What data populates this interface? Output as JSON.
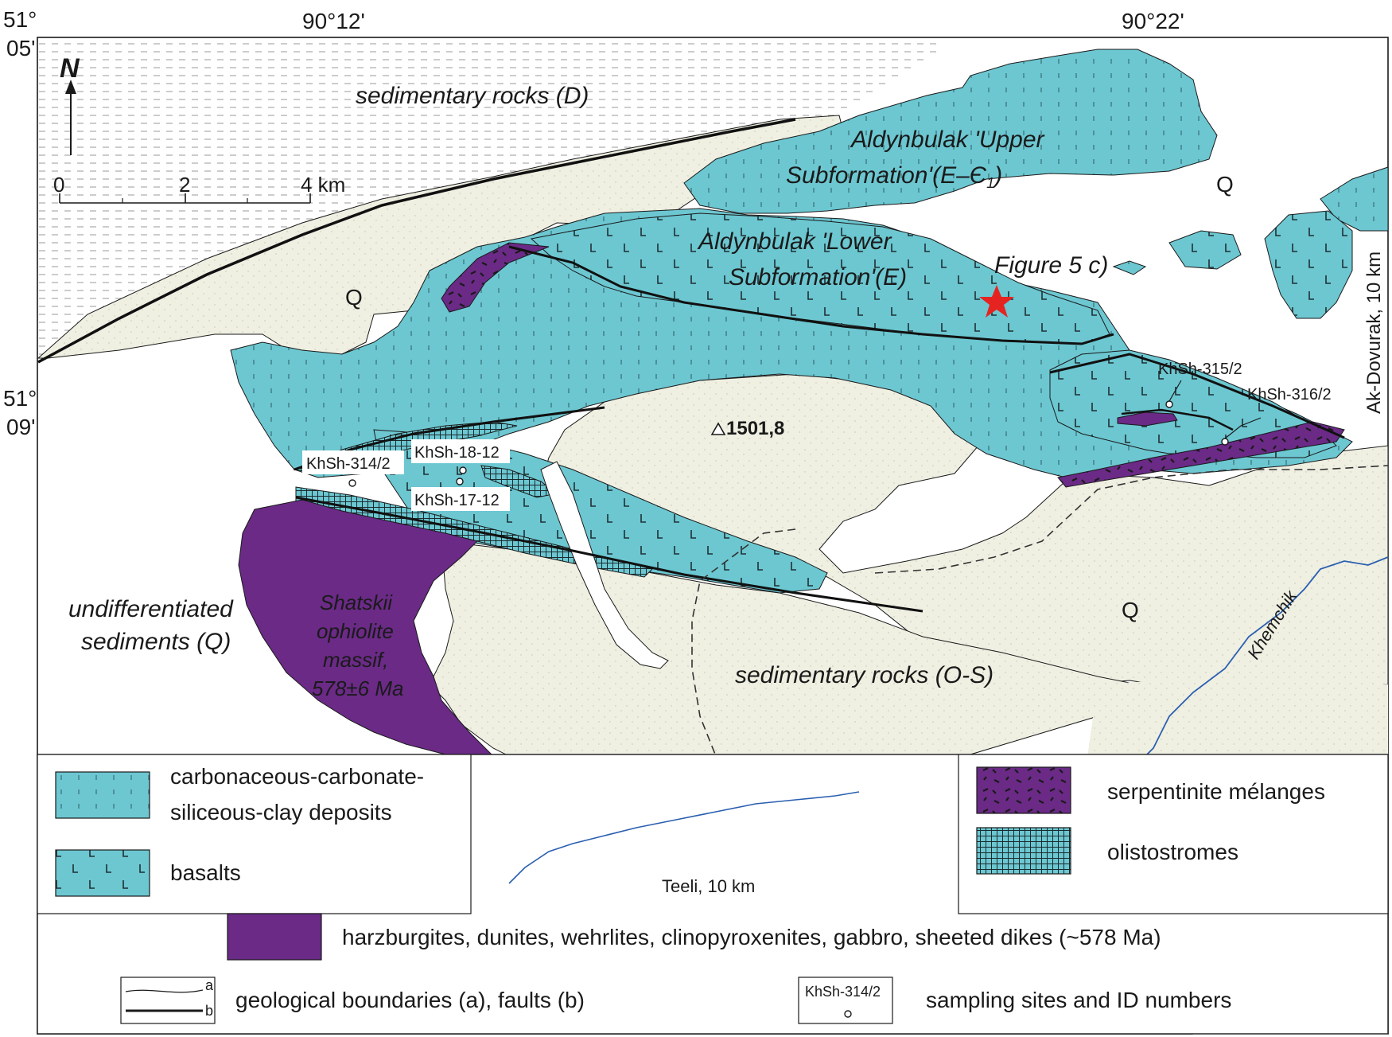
{
  "coords": {
    "lat_top_deg": "51°",
    "lat_top_min": "05'",
    "lat_mid_deg": "51°",
    "lat_mid_min": "09'",
    "lon_left": "90°12'",
    "lon_right": "90°22'"
  },
  "north": {
    "symbol": "N"
  },
  "scale": {
    "t0": "0",
    "t2": "2",
    "t4": "4 km"
  },
  "map_labels": {
    "sed_d": "sedimentary rocks (D)",
    "upper_1": "Aldynbulak 'Upper",
    "upper_2": "Subformation'(E–Є",
    "upper_sub": "1",
    "upper_close": ")",
    "lower_1": "Aldynbulak 'Lower",
    "lower_2": "Subformation'(E)",
    "figure": "Figure 5 c)",
    "q1": "Q",
    "q2": "Q",
    "q3": "Q",
    "elevation": "1501,8",
    "undiff_1": "undifferentiated",
    "undiff_2": "sediments (Q)",
    "ophio_1": "Shatskii",
    "ophio_2": "ophiolite",
    "ophio_3": "massif,",
    "ophio_4": "578±6 Ma",
    "sed_os": "sedimentary rocks (O-S)",
    "akdovurak": "Ak-Dovurak, 10 km",
    "khemchik": "Khemchik",
    "teeli": "Teeli, 10 km"
  },
  "samples": [
    "KhSh-314/2",
    "KhSh-18-12",
    "KhSh-17-12",
    "KhSh-315/2",
    "KhSh-316/2"
  ],
  "legend": {
    "carb_1": "carbonaceous-carbonate-",
    "carb_2": "siliceous-clay deposits",
    "basalts": "basalts",
    "serp": "serpentinite mélanges",
    "olisto": "olistostromes",
    "harz": "harzburgites, dunites, wehrlites, clinopyroxenites, gabbro, sheeted dikes (~578 Ma)",
    "bound": "geological boundaries (a), faults (b)",
    "bound_a": "a",
    "bound_b": "b",
    "sampling": "sampling sites and ID numbers",
    "sampling_box": "KhSh-314/2"
  },
  "colors": {
    "cyan": "#6cc7d1",
    "purple": "#6a2a86",
    "beige": "#efefe2",
    "river": "#2a5fb0",
    "star": "#e52421"
  }
}
